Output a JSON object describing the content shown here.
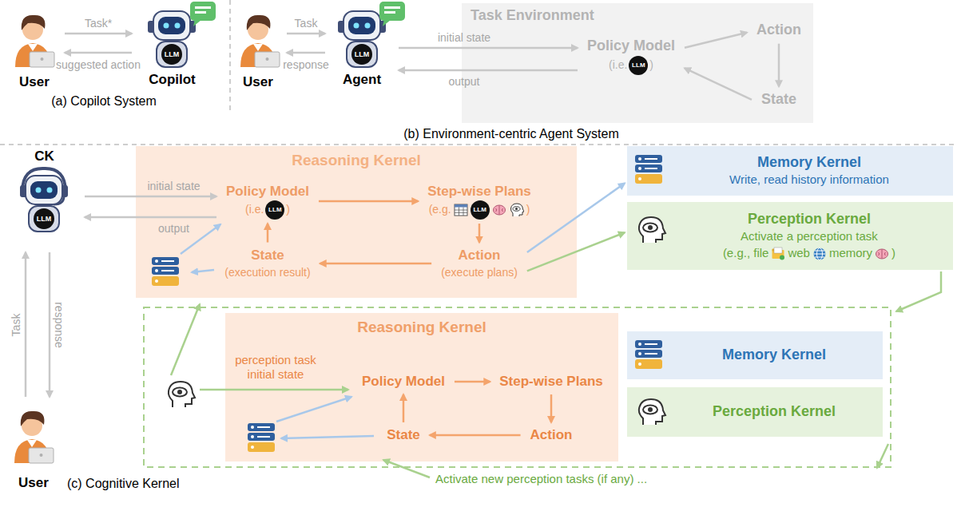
{
  "diagram": {
    "nodes": [
      {
        "text": [
          "User"
        ]
      },
      {
        "text": [
          "Copilot"
        ]
      },
      {
        "text": [
          "User"
        ]
      },
      {
        "text": [
          "Agent"
        ]
      },
      {
        "text": [
          "Task Environment"
        ]
      },
      {
        "text": [
          "Policy Model",
          "(i.e.",
          ")"
        ],
        "in": 4
      },
      {
        "text": [
          "Action"
        ],
        "in": 4
      },
      {
        "text": [
          "State"
        ],
        "in": 4
      },
      {
        "text": [
          "CK"
        ]
      },
      {
        "text": [
          "User"
        ]
      },
      {
        "text": [
          "Reasoning Kernel"
        ]
      },
      {
        "text": [
          "Policy Model",
          "(i.e.",
          ")"
        ],
        "in": 10
      },
      {
        "text": [
          "Step-wise Plans",
          "(e.g.",
          ")"
        ],
        "in": 10
      },
      {
        "text": [
          "Action",
          "(execute plans)"
        ],
        "in": 10
      },
      {
        "text": [
          "State",
          "(execution result)"
        ],
        "in": 10
      },
      {
        "text": [
          "Memory Kernel",
          "Write, read history information"
        ]
      },
      {
        "text": [
          "Perception Kernel",
          "Activate a perception task",
          "(e.g., file",
          "web",
          "memory",
          ")"
        ]
      },
      {
        "text": [
          "Reasoning Kernel"
        ]
      },
      {
        "text": [
          "Policy Model"
        ],
        "in": 17
      },
      {
        "text": [
          "Step-wise Plans"
        ],
        "in": 17
      },
      {
        "text": [
          "Action"
        ],
        "in": 17
      },
      {
        "text": [
          "State"
        ],
        "in": 17
      },
      {
        "text": [
          "Memory Kernel"
        ]
      },
      {
        "text": [
          "Perception Kernel"
        ]
      }
    ],
    "edges": [
      {
        "from": 0,
        "to": 1,
        "arrow": "to",
        "label": "Task*"
      },
      {
        "from": 1,
        "to": 0,
        "arrow": "to",
        "label": "suggested action"
      },
      {
        "from": 2,
        "to": 3,
        "arrow": "to",
        "label": "Task"
      },
      {
        "from": 3,
        "to": 2,
        "arrow": "to",
        "label": "response"
      },
      {
        "from": 3,
        "to": 5,
        "arrow": "to",
        "label": "initial state"
      },
      {
        "from": 5,
        "to": 3,
        "arrow": "to",
        "label": "output"
      },
      {
        "from": 5,
        "to": 6,
        "arrow": "to"
      },
      {
        "from": 6,
        "to": 7,
        "arrow": "to"
      },
      {
        "from": 7,
        "to": 5,
        "arrow": "to"
      },
      {
        "from": 9,
        "to": 8,
        "arrow": "to",
        "label": "Task"
      },
      {
        "from": 8,
        "to": 9,
        "arrow": "to",
        "label": "response"
      },
      {
        "from": 8,
        "to": 11,
        "arrow": "to",
        "label": "initial state"
      },
      {
        "from": 11,
        "to": 8,
        "arrow": "to",
        "label": "output"
      },
      {
        "from": 11,
        "to": 12,
        "arrow": "to"
      },
      {
        "from": 12,
        "to": 13,
        "arrow": "to"
      },
      {
        "from": 13,
        "to": 14,
        "arrow": "to"
      },
      {
        "from": 14,
        "to": 11,
        "arrow": "to"
      },
      {
        "from": 13,
        "to": 15,
        "arrow": "to"
      },
      {
        "from": 13,
        "to": 16,
        "arrow": "to"
      },
      {
        "from": 18,
        "to": 19,
        "arrow": "to"
      },
      {
        "from": 19,
        "to": 20,
        "arrow": "to"
      },
      {
        "from": 20,
        "to": 21,
        "arrow": "to"
      },
      {
        "from": 21,
        "to": 18,
        "arrow": "to"
      }
    ],
    "labels": [
      "(a) Copilot System",
      "(b) Environment-centric Agent System",
      "(c) Cognitive Kernel",
      "perception task initial state",
      "Activate new perception tasks (if any) ...",
      "LLM",
      "LLM",
      "LLM",
      "LLM",
      "LLM",
      "LLM"
    ]
  }
}
